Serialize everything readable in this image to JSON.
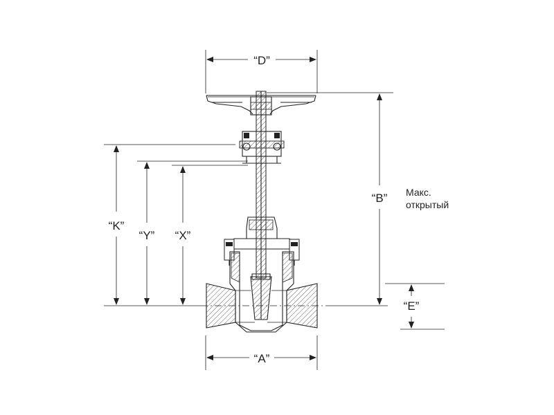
{
  "drawing": {
    "title": "",
    "stroke_color": "#222222",
    "background": "#ffffff"
  },
  "dimensions": {
    "D": "“D”",
    "B": "“B”",
    "K": "“K”",
    "Y": "“Y”",
    "X": "“X”",
    "E": "“E”",
    "A": "“A”"
  },
  "notes": {
    "b_line1": "Макс.",
    "b_line2": "открытый"
  }
}
